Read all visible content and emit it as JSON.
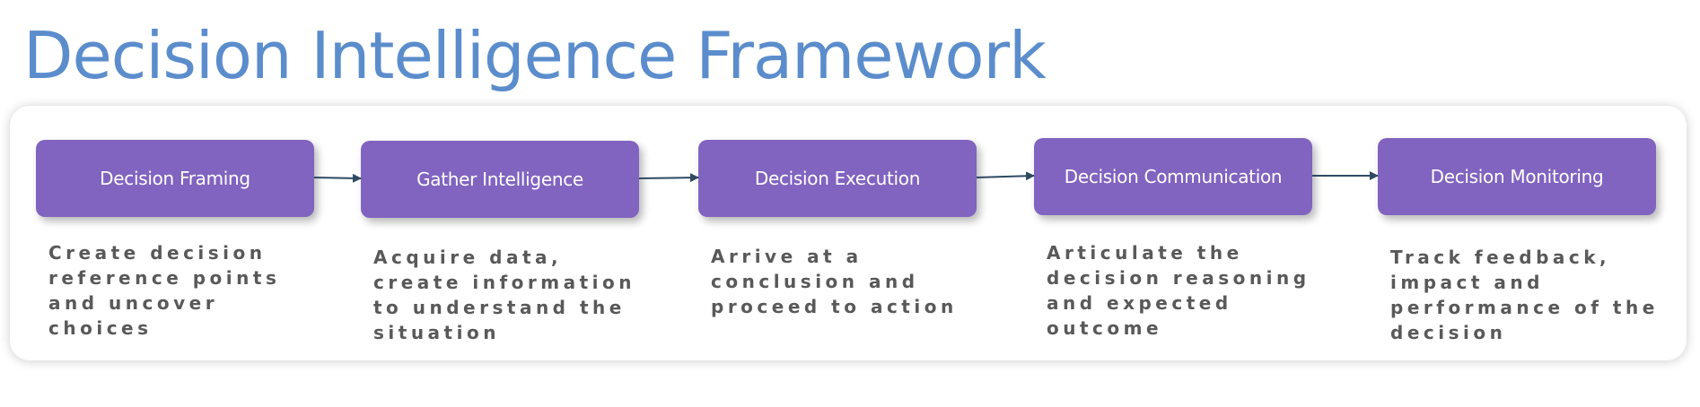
{
  "title": "Decision Intelligence Framework",
  "colors": {
    "title": "#5b8dcc",
    "box_fill": "#8163c0",
    "box_text": "#ffffff",
    "description_text": "#595959",
    "connector": "#2e4a63"
  },
  "steps": [
    {
      "label": "Decision Framing",
      "description_lines": [
        "Create decision",
        "reference points",
        "and uncover",
        "choices"
      ]
    },
    {
      "label": "Gather Intelligence",
      "description_lines": [
        "Acquire data,",
        "create information",
        "to understand the",
        "situation"
      ]
    },
    {
      "label": "Decision Execution",
      "description_lines": [
        "Arrive at a",
        "conclusion and",
        "proceed to action"
      ]
    },
    {
      "label": "Decision Communication",
      "description_lines": [
        "Articulate the",
        "decision reasoning",
        "and expected",
        "outcome"
      ]
    },
    {
      "label": "Decision Monitoring",
      "description_lines": [
        "Track feedback,",
        "impact and",
        "performance of the",
        "decision"
      ]
    }
  ]
}
